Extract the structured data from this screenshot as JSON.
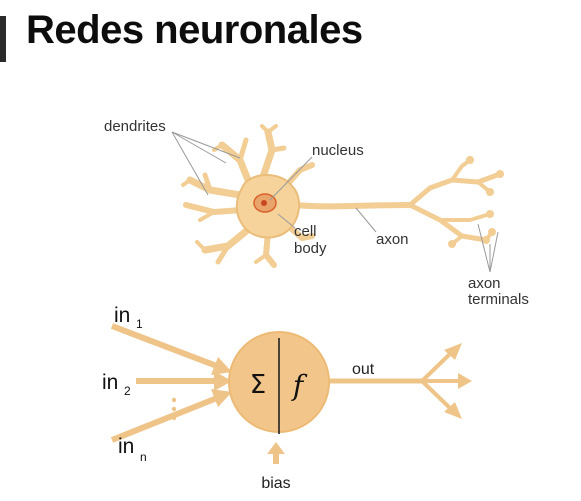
{
  "slide": {
    "title": "Redes neuronales"
  },
  "neuron": {
    "labels": {
      "dendrites": "dendrites",
      "nucleus": "nucleus",
      "cell_body_1": "cell",
      "cell_body_2": "body",
      "axon": "axon",
      "axon_terminals_1": "axon",
      "axon_terminals_2": "terminals"
    }
  },
  "perceptron": {
    "inputs": [
      {
        "base": "in",
        "sub": "1"
      },
      {
        "base": "in",
        "sub": "2"
      },
      {
        "base": "in",
        "sub": "n"
      }
    ],
    "sum_symbol": "Σ",
    "activation_symbol": "f",
    "output_label": "out",
    "bias_label": "bias"
  },
  "colors": {
    "cell_fill": "#f5d39b",
    "cell_stroke": "#e8b96f",
    "arrow": "#efc489",
    "nucleus": "#d9622b",
    "text": "#111111",
    "label": "#333333",
    "pointer_line": "#9a9a9a"
  }
}
